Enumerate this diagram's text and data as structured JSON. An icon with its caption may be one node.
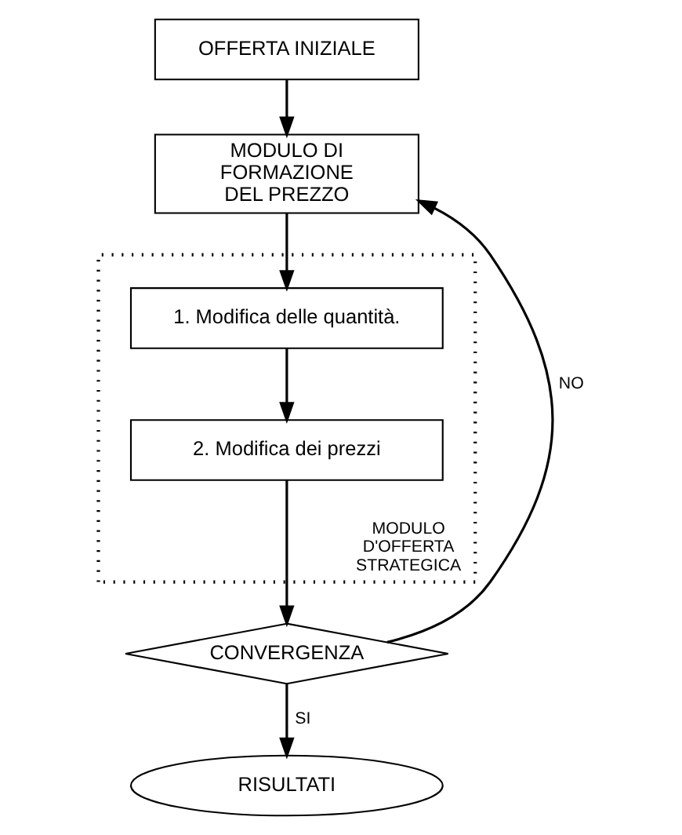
{
  "diagram": {
    "nodes": [
      {
        "text": [
          "OFFERTA INIZIALE"
        ]
      },
      {
        "text": [
          "MODULO DI FORMAZIONE DEL PREZZO"
        ]
      },
      {
        "text": [
          "MODULO D'OFFERTA STRATEGICA"
        ]
      },
      {
        "text": [
          "1. Modifica delle quantità."
        ],
        "in": 2
      },
      {
        "text": [
          "2. Modifica dei prezzi"
        ],
        "in": 2
      },
      {
        "text": [
          "CONVERGENZA"
        ]
      },
      {
        "text": [
          "RISULTATI"
        ]
      }
    ],
    "edges": [
      {
        "from": 0,
        "to": 1,
        "arrow": "to"
      },
      {
        "from": 1,
        "to": 3,
        "arrow": "to"
      },
      {
        "from": 3,
        "to": 4,
        "arrow": "to"
      },
      {
        "from": 4,
        "to": 5,
        "arrow": "to"
      },
      {
        "from": 5,
        "to": 6,
        "arrow": "to",
        "label": "SI"
      },
      {
        "from": 5,
        "to": 1,
        "arrow": "to",
        "label": "NO"
      }
    ]
  }
}
